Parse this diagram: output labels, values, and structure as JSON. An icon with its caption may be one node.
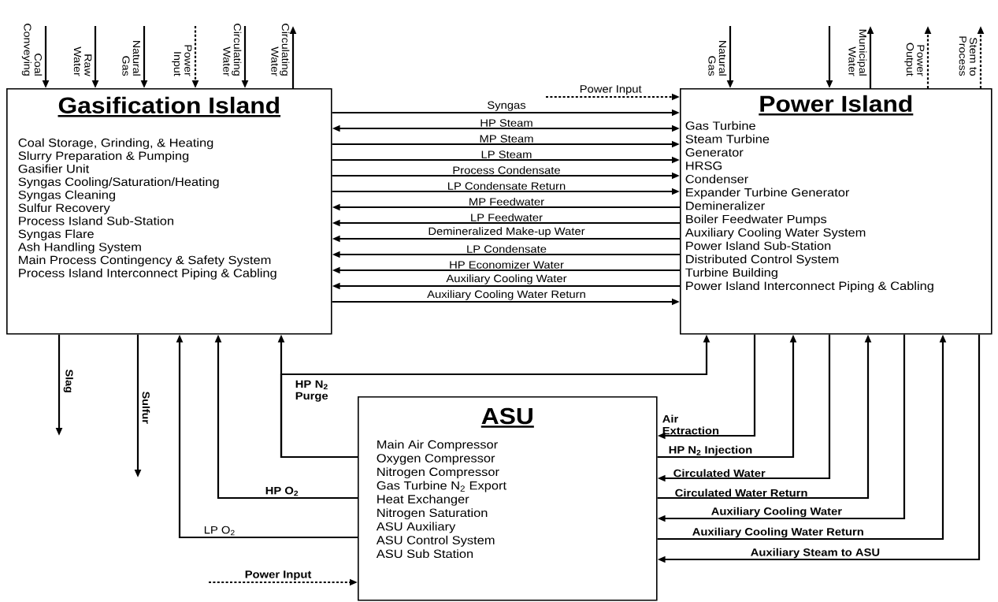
{
  "diagram": {
    "nodes": [
      {
        "text": [
          "Gasification Island",
          "Coal Storage, Grinding, & Heating",
          "Slurry Preparation & Pumping",
          "Gasifier Unit",
          "Syngas Cooling/Saturation/Heating",
          "Syngas Cleaning",
          "Sulfur Recovery",
          "Process Island Sub-Station",
          "Syngas Flare",
          "Ash Handling System",
          "Main Process Contingency & Safety System",
          "Process Island Interconnect Piping & Cabling"
        ]
      },
      {
        "text": [
          "Power Island",
          "Gas Turbine",
          "Steam Turbine",
          "Generator",
          "HRSG",
          "Condenser",
          "Expander Turbine Generator",
          "Demineralizer",
          "Boiler Feedwater Pumps",
          "Auxiliary Cooling Water System",
          "Power Island Sub-Station",
          "Distributed Control System",
          "Turbine Building",
          "Power Island Interconnect Piping & Cabling"
        ]
      },
      {
        "text": [
          "ASU",
          "Main Air Compressor",
          "Oxygen Compressor",
          "Nitrogen Compressor",
          "Gas Turbine N$_{2}$ Export",
          "Heat Exchanger",
          "Nitrogen Saturation",
          "ASU Auxiliary",
          "ASU Control System",
          "ASU Sub Station"
        ]
      }
    ],
    "edges": [
      {
        "from": null,
        "to": 0,
        "arrow": "to",
        "label": "Coal Conveying"
      },
      {
        "from": null,
        "to": 0,
        "arrow": "to",
        "label": "Raw Water"
      },
      {
        "from": null,
        "to": 0,
        "arrow": "to",
        "label": "Natural Gas"
      },
      {
        "from": null,
        "to": 0,
        "arrow": "to",
        "label": "Power Input",
        "style": "dashed"
      },
      {
        "from": null,
        "to": 0,
        "arrow": "to",
        "label": "Circulating Water"
      },
      {
        "from": 0,
        "to": null,
        "arrow": "to",
        "label": "Circulating Water"
      },
      {
        "from": null,
        "to": 1,
        "arrow": "to",
        "label": "Natural Gas"
      },
      {
        "from": null,
        "to": 1,
        "arrow": "to"
      },
      {
        "from": 1,
        "to": null,
        "arrow": "to",
        "label": "Municipal Water"
      },
      {
        "from": 1,
        "to": null,
        "arrow": "to",
        "label": "Power Output",
        "style": "dashed"
      },
      {
        "from": 1,
        "to": null,
        "arrow": "to",
        "label": "Stem to Process",
        "style": "dashed"
      },
      {
        "from": null,
        "to": 1,
        "arrow": "to",
        "label": "Power Input",
        "style": "dashed"
      },
      {
        "from": 0,
        "to": 1,
        "arrow": "to",
        "label": "Syngas"
      },
      {
        "from": 0,
        "to": 1,
        "arrow": "both",
        "label": "HP Steam"
      },
      {
        "from": 0,
        "to": 1,
        "arrow": "to",
        "label": "MP Steam"
      },
      {
        "from": 0,
        "to": 1,
        "arrow": "to",
        "label": "LP Steam"
      },
      {
        "from": 0,
        "to": 1,
        "arrow": "to",
        "label": "Process Condensate"
      },
      {
        "from": 0,
        "to": 1,
        "arrow": "to",
        "label": "LP Condensate Return"
      },
      {
        "from": 1,
        "to": 0,
        "arrow": "to",
        "label": "MP Feedwater"
      },
      {
        "from": 1,
        "to": 0,
        "arrow": "to",
        "label": "LP Feedwater"
      },
      {
        "from": 1,
        "to": 0,
        "arrow": "to",
        "label": "Demineralized Make-up Water"
      },
      {
        "from": 1,
        "to": 0,
        "arrow": "to",
        "label": "LP Condensate"
      },
      {
        "from": 1,
        "to": 0,
        "arrow": "to",
        "label": "HP Economizer Water"
      },
      {
        "from": 1,
        "to": 0,
        "arrow": "to",
        "label": "Auxiliary Cooling Water"
      },
      {
        "from": 0,
        "to": 1,
        "arrow": "to",
        "label": "Auxiliary Cooling Water Return"
      },
      {
        "from": 0,
        "to": null,
        "arrow": "to",
        "label": "Slag"
      },
      {
        "from": 0,
        "to": null,
        "arrow": "to",
        "label": "Sulfur"
      },
      {
        "from": 2,
        "to": 0,
        "arrow": "to",
        "label": "LP O$_{2}$"
      },
      {
        "from": 2,
        "to": 0,
        "arrow": "to",
        "label": "HP O$_{2}$"
      },
      {
        "from": 2,
        "to": 0,
        "arrow": "to",
        "label": "HP N$_{2}$ Purge"
      },
      {
        "from": 2,
        "to": 1,
        "arrow": "to"
      },
      {
        "from": null,
        "to": 2,
        "arrow": "to",
        "label": "Power Input",
        "style": "dashed"
      },
      {
        "from": 1,
        "to": 2,
        "arrow": "to",
        "label": "Air Extraction"
      },
      {
        "from": 2,
        "to": 1,
        "arrow": "to",
        "label": "HP N$_{2}$ Injection"
      },
      {
        "from": 1,
        "to": 2,
        "arrow": "to",
        "label": "Circulated Water"
      },
      {
        "from": 2,
        "to": 1,
        "arrow": "to",
        "label": "Circulated Water Return"
      },
      {
        "from": 1,
        "to": 2,
        "arrow": "to",
        "label": "Auxiliary Cooling Water"
      },
      {
        "from": 2,
        "to": 1,
        "arrow": "to",
        "label": "Auxiliary Cooling Water Return"
      },
      {
        "from": 1,
        "to": 2,
        "arrow": "to",
        "label": "Auxiliary Steam to ASU"
      }
    ]
  }
}
